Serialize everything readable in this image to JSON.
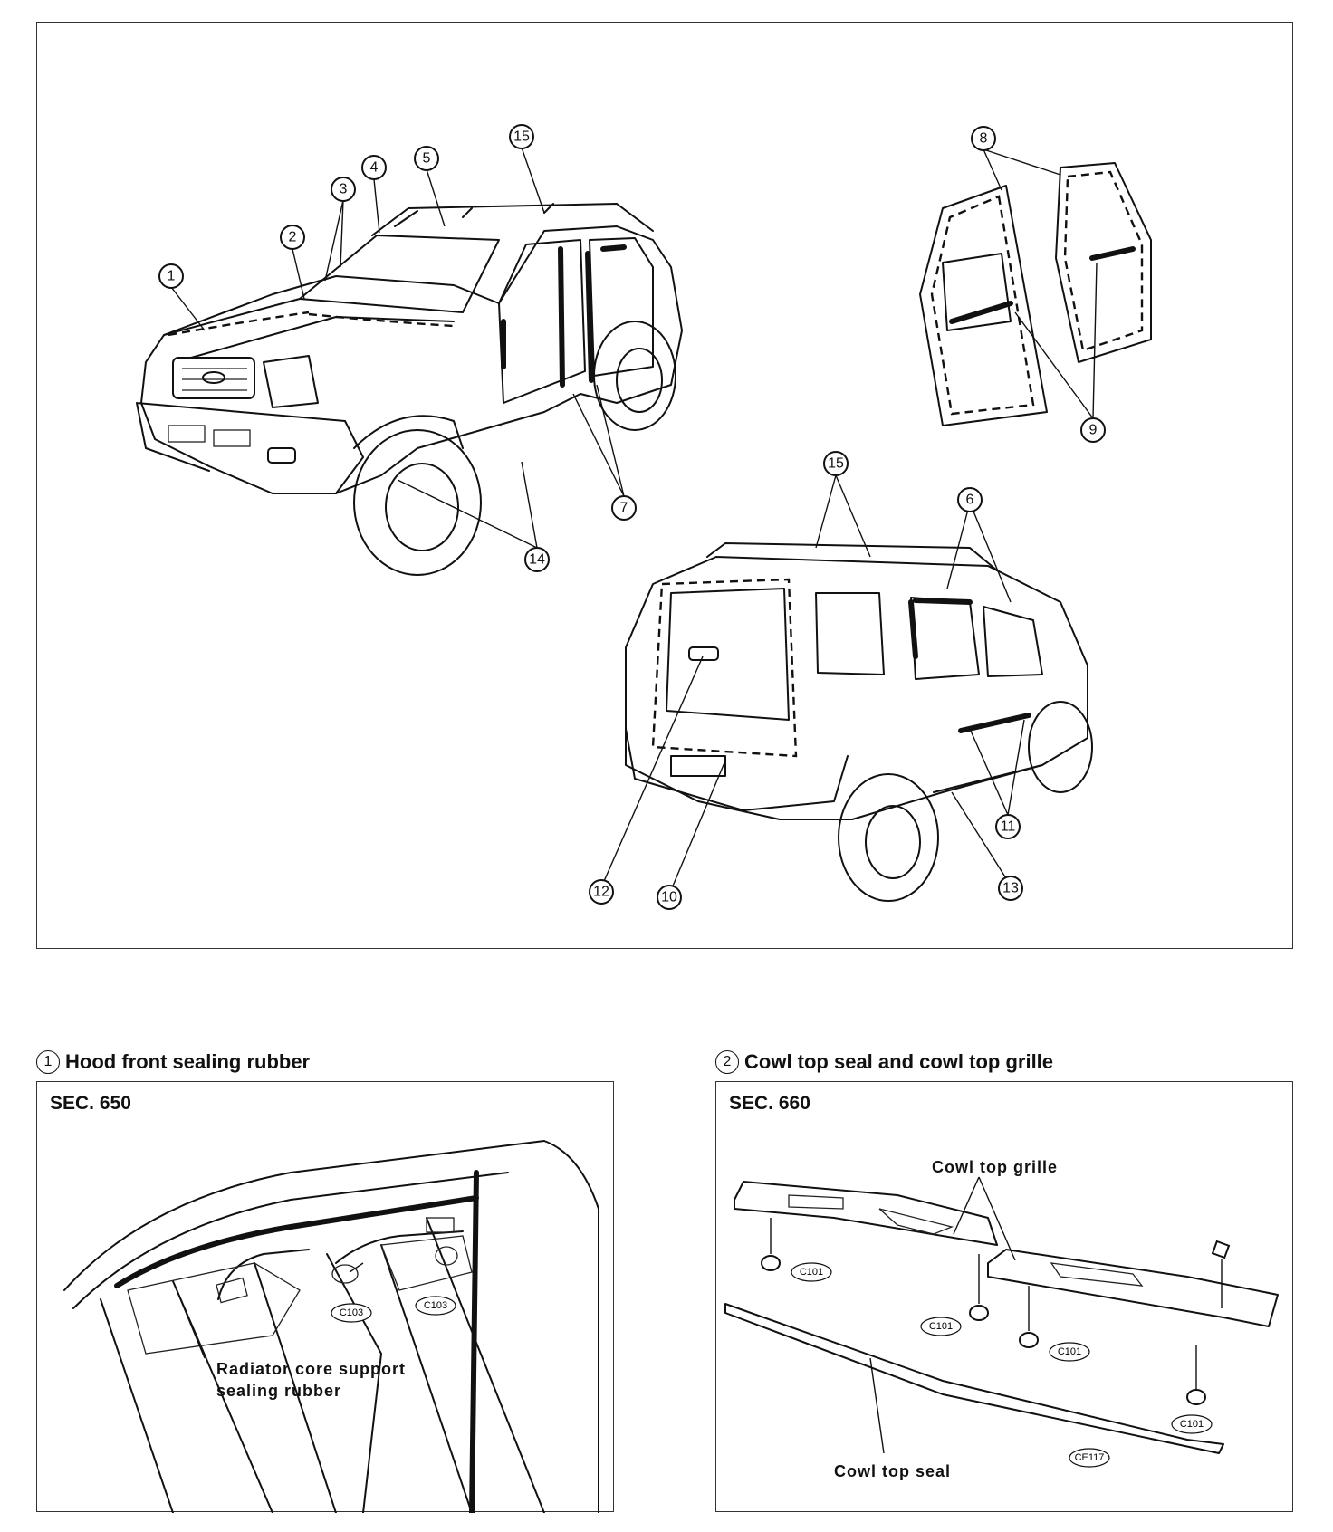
{
  "main_callouts": [
    "1",
    "2",
    "3",
    "4",
    "5",
    "6",
    "7",
    "8",
    "9",
    "10",
    "11",
    "12",
    "13",
    "14",
    "15"
  ],
  "detail1": {
    "num": "1",
    "title": "Hood front sealing rubber",
    "section": "SEC. 650",
    "label_line1": "Radiator core support",
    "label_line2": "sealing rubber",
    "clips": [
      "C103",
      "C103"
    ]
  },
  "detail2": {
    "num": "2",
    "title": "Cowl top seal and cowl top grille",
    "section": "SEC. 660",
    "label_grille": "Cowl top grille",
    "label_seal": "Cowl top seal",
    "clips": [
      "C101",
      "C101",
      "C101",
      "C101",
      "CE117"
    ]
  }
}
